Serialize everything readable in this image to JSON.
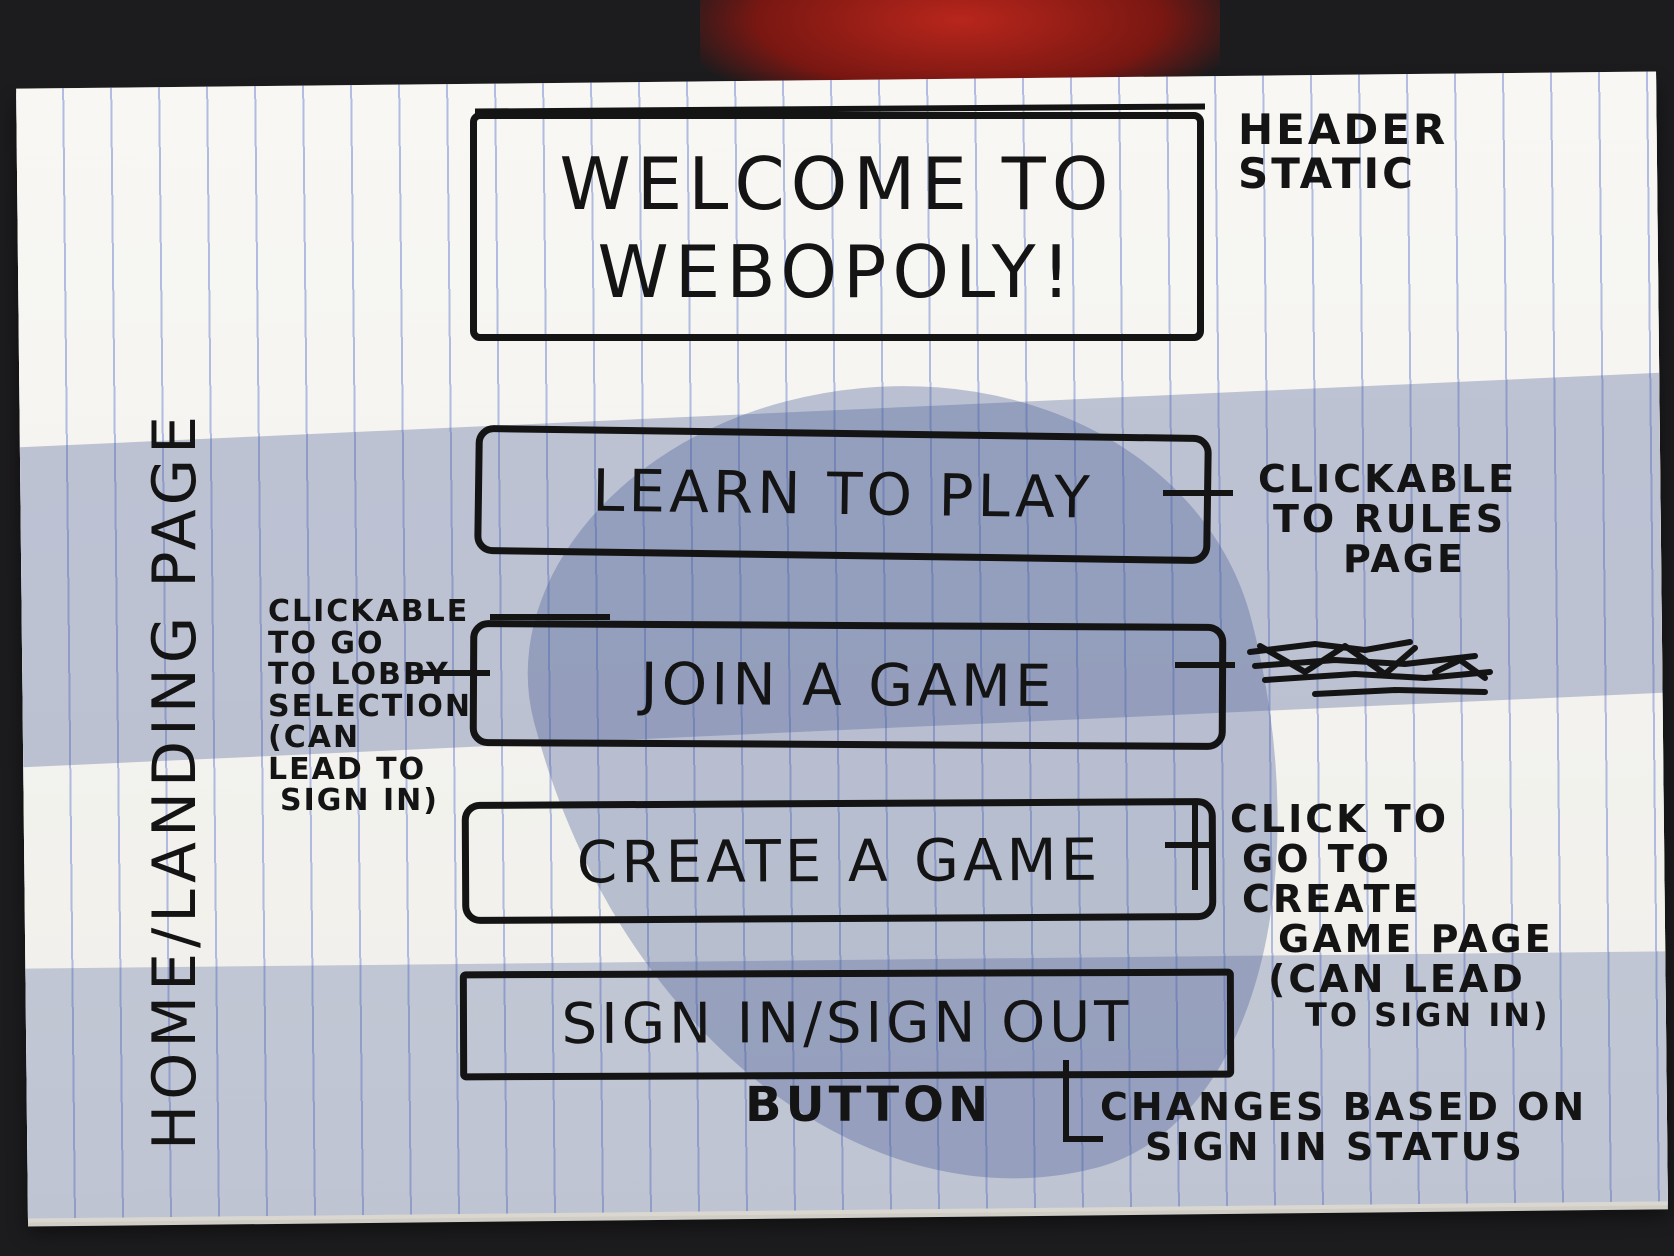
{
  "header": {
    "title_line1": "WELCOME TO",
    "title_line2": "WEBOPOLY!"
  },
  "side_label": "HOME/LANDING PAGE",
  "buttons": [
    {
      "label": "LEARN TO PLAY"
    },
    {
      "label": "JOIN A GAME"
    },
    {
      "label": "CREATE A GAME"
    },
    {
      "label": "SIGN IN/SIGN OUT"
    }
  ],
  "annotations": {
    "header_note_line1": "HEADER",
    "header_note_line2": "STATIC",
    "learn_note_line1": "CLICKABLE",
    "learn_note_line2": "TO RULES",
    "learn_note_line3": "PAGE",
    "join_note_line1": "CLICKABLE",
    "join_note_line2": "TO GO",
    "join_note_line3": "TO LOBBY",
    "join_note_line4": "SELECTION",
    "join_note_line5": "(CAN",
    "join_note_line6": "LEAD TO",
    "join_note_line7": "SIGN IN)",
    "create_note_line1": "CLICK TO",
    "create_note_line2": "GO TO",
    "create_note_line3": "CREATE",
    "create_note_line4": "GAME PAGE",
    "create_note_line5": "(CAN LEAD",
    "create_note_line6": "TO SIGN IN)",
    "sign_note_button": "BUTTON",
    "sign_note_line1": "CHANGES BASED ON",
    "sign_note_line2": "SIGN IN STATUS"
  }
}
